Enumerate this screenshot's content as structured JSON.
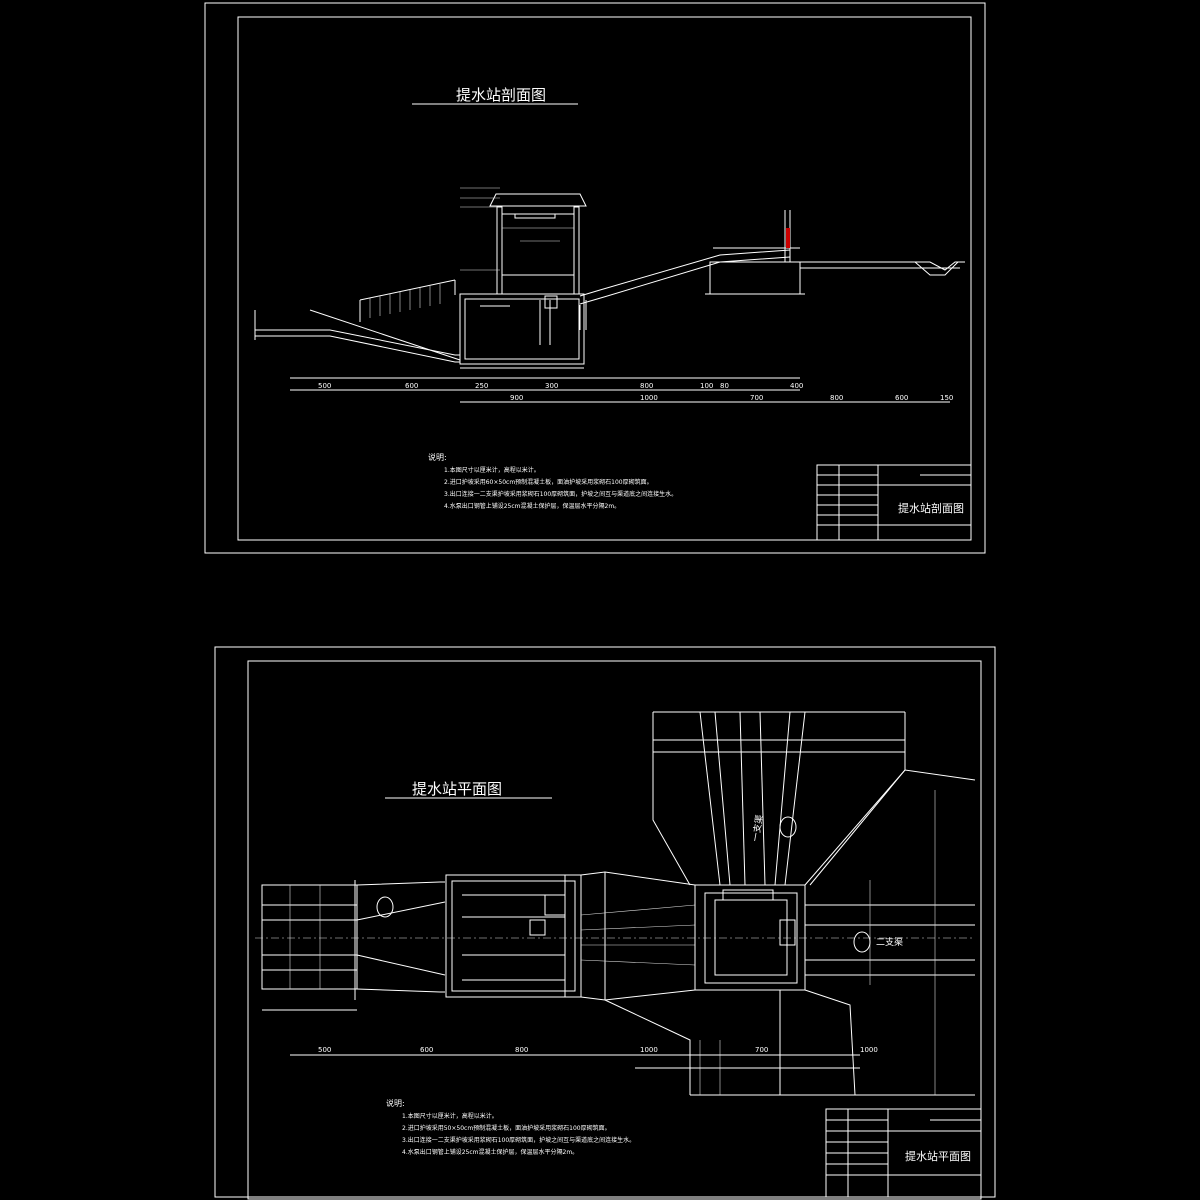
{
  "sheet_top": {
    "title": "提水站剖面图",
    "notes_heading": "说明:",
    "notes": [
      "1.本图尺寸以厘米计，高程以米计。",
      "2.进口护坡采用60×50cm预制混凝土板，面油护坡采用浆砌石100厚砌筑面。",
      "3.出口连接一二支渠护坡采用浆砌石100厚砌筑面，护坡之间互与渠道底之间连接生水。",
      "4.水泵出口钢管上铺设25cm混凝土保护层，保温层水平分隔2m。"
    ],
    "titleblock": {
      "drawing_name": "提水站剖面图"
    },
    "dimensions_row1": [
      "500",
      "600",
      "250",
      "300",
      "800",
      "100",
      "80",
      "400"
    ],
    "dimensions_row2": [
      "900",
      "1000",
      "700",
      "800",
      "600",
      "150"
    ]
  },
  "sheet_bottom": {
    "title": "提水站平面图",
    "notes_heading": "说明:",
    "notes": [
      "1.本图尺寸以厘米计，高程以米计。",
      "2.进口护坡采用50×50cm预制混凝土板，面油护坡采用浆砌石100厚砌筑面。",
      "3.出口连接一二支渠护坡采用浆砌石100厚砌筑面，护坡之间互与渠道底之间连接生水。",
      "4.水泵出口钢管上铺设25cm混凝土保护层，保温层水平分隔2m。"
    ],
    "titleblock": {
      "drawing_name": "提水站平面图"
    },
    "labels": {
      "branch_one": "一支渠",
      "branch_two": "二支渠"
    },
    "dimensions_row": [
      "500",
      "600",
      "800",
      "1000",
      "700",
      "1000"
    ]
  }
}
